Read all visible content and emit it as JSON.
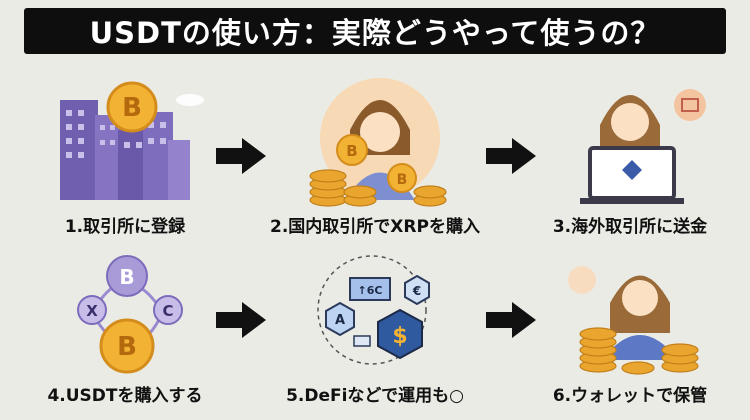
{
  "title": "USDTの使い方：実際どうやって使うの？",
  "steps": [
    {
      "label": "1.取引所に登録",
      "icon": "exchange-buildings-with-bitcoin-icon"
    },
    {
      "label": "2.国内取引所でXRPを購入",
      "icon": "woman-with-coins-icon"
    },
    {
      "label": "3.海外取引所に送金",
      "icon": "woman-with-laptop-icon"
    },
    {
      "label": "4.USDTを購入する",
      "icon": "crypto-cycle-coins-icon"
    },
    {
      "label": "5.DeFiなどで運用も○",
      "icon": "defi-network-icon"
    },
    {
      "label": "6.ウォレットで保管",
      "icon": "woman-with-coin-stacks-icon"
    }
  ],
  "icon_text": {
    "bitcoin": "B",
    "x_coin": "X",
    "c_coin": "C",
    "network_block": "↑6C",
    "network_a": "A",
    "network_euro": "€",
    "network_dollar": "$"
  },
  "colors": {
    "title_bg": "#0e0e0e",
    "title_text": "#ffffff",
    "background": "#ebebe5",
    "coin_gold": "#f2b233",
    "building_purple": "#7b6bb5",
    "arrow": "#111111"
  }
}
